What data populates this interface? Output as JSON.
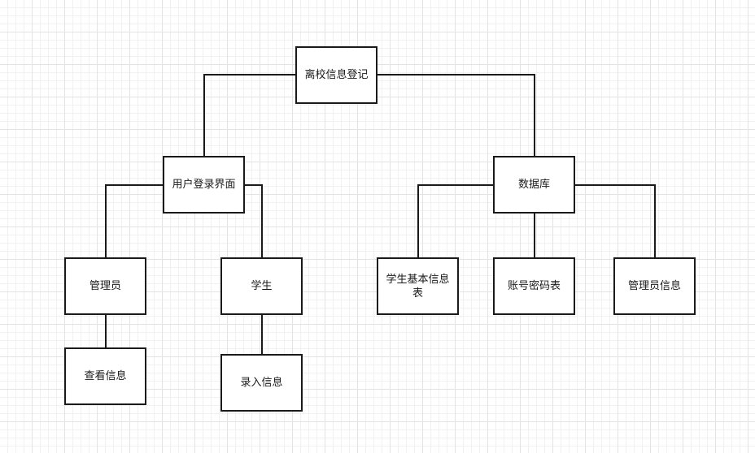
{
  "diagram": {
    "nodes": {
      "root": "离校信息登记",
      "login_ui": "用户登录界面",
      "database": "数据库",
      "admin": "管理员",
      "student": "学生",
      "student_info_table": "学生基本信息表",
      "account_password_table": "账号密码表",
      "admin_info": "管理员信息",
      "view_info": "查看信息",
      "enter_info": "录入信息"
    },
    "edges": [
      [
        "root",
        "login_ui"
      ],
      [
        "root",
        "database"
      ],
      [
        "login_ui",
        "admin"
      ],
      [
        "login_ui",
        "student"
      ],
      [
        "admin",
        "view_info"
      ],
      [
        "student",
        "enter_info"
      ],
      [
        "database",
        "student_info_table"
      ],
      [
        "database",
        "account_password_table"
      ],
      [
        "database",
        "admin_info"
      ]
    ],
    "colors": {
      "stroke": "#1a1a1a",
      "fill": "#ffffff",
      "grid": "#e3e3e3"
    }
  }
}
